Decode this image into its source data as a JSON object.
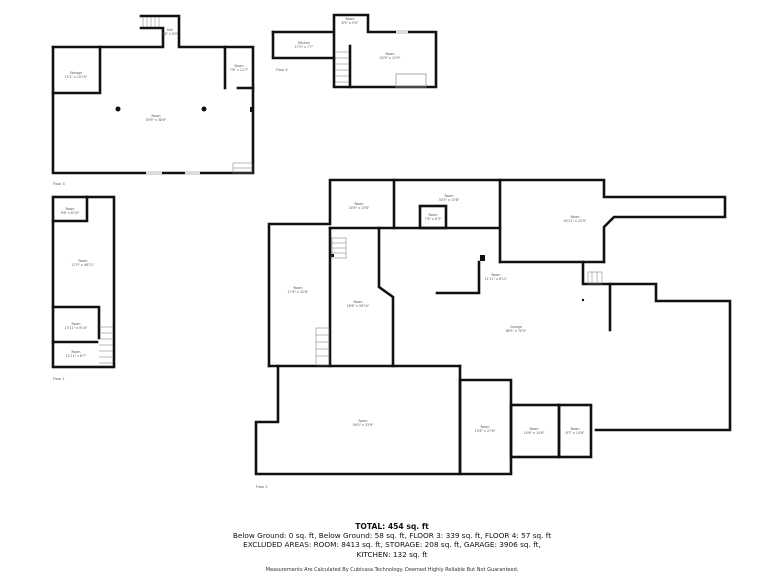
{
  "floors": [
    {
      "label": "Floor 3",
      "rooms": [
        {
          "name": "Storage",
          "dims": "12'1\" x 10'10\""
        },
        {
          "name": "Room",
          "dims": "59'9\" x 38'6\""
        },
        {
          "name": "Room",
          "dims": "7'8\" x 11'7\""
        },
        {
          "name": "Hall",
          "dims": "3'8\" x 8'0\""
        }
      ]
    },
    {
      "label": "Floor 4",
      "rooms": [
        {
          "name": "Kitchen",
          "dims": "17'0\" x 7'7\""
        },
        {
          "name": "Room",
          "dims": "8'5\" x 5'0\""
        },
        {
          "name": "Room",
          "dims": "20'9\" x 13'9\""
        }
      ]
    },
    {
      "label": "Floor 1",
      "rooms": [
        {
          "name": "Room",
          "dims": "9'6\" x 6'10\""
        },
        {
          "name": "Room",
          "dims": "17'0\" x 48'11\""
        },
        {
          "name": "Room",
          "dims": "13'11\" x 9'10\""
        },
        {
          "name": "Room",
          "dims": "12'11\" x 8'7\""
        }
      ]
    },
    {
      "label": "Floor 2",
      "rooms": [
        {
          "name": "Room",
          "dims": "16'9\" x 13'8\""
        },
        {
          "name": "Room",
          "dims": "30'5\" x 13'8\""
        },
        {
          "name": "Room",
          "dims": "7'6\" x 6'3\""
        },
        {
          "name": "Room",
          "dims": "40'11\" x 22'9\""
        },
        {
          "name": "Room",
          "dims": "17'6\" x 32'8\""
        },
        {
          "name": "Room",
          "dims": "18'6\" x 38'10\""
        },
        {
          "name": "Room",
          "dims": "11'11\" x 8'11\""
        },
        {
          "name": "Garage",
          "dims": "98'5\" x 70'9\""
        },
        {
          "name": "Room",
          "dims": "59'0\" x 33'9\""
        },
        {
          "name": "Room",
          "dims": "13'6\" x 27'6\""
        },
        {
          "name": "Room",
          "dims": "14'6\" x 14'6\""
        },
        {
          "name": "Room",
          "dims": "8'7\" x 14'6\""
        }
      ]
    }
  ],
  "summary": {
    "total": "TOTAL: 454 sq. ft",
    "line1": "Below Ground: 0 sq. ft, Below Ground: 58 sq. ft, FLOOR 3: 339 sq. ft, FLOOR 4: 57 sq. ft",
    "line2": "EXCLUDED AREAS: ROOM: 8413 sq. ft, STORAGE: 208 sq. ft, GARAGE: 3906 sq. ft,",
    "line3": "KITCHEN: 132 sq. ft",
    "disclaimer": "Measurements Are Calculated By Cubicasa Technology. Deemed Highly Reliable But Not Guaranteed."
  }
}
